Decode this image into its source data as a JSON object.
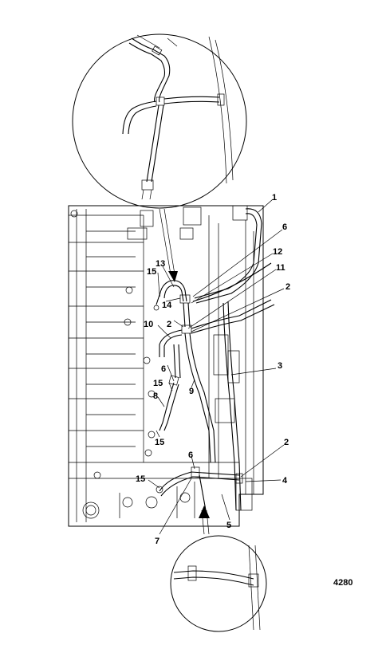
{
  "figure_number": "4280",
  "callouts": [
    {
      "id": "c1",
      "text": "1"
    },
    {
      "id": "c6a",
      "text": "6"
    },
    {
      "id": "c12",
      "text": "12"
    },
    {
      "id": "c11",
      "text": "11"
    },
    {
      "id": "c2a",
      "text": "2"
    },
    {
      "id": "c13",
      "text": "13"
    },
    {
      "id": "c15a",
      "text": "15"
    },
    {
      "id": "c14",
      "text": "14"
    },
    {
      "id": "c2b",
      "text": "2"
    },
    {
      "id": "c10",
      "text": "10"
    },
    {
      "id": "c3",
      "text": "3"
    },
    {
      "id": "c6b",
      "text": "6"
    },
    {
      "id": "c15b",
      "text": "15"
    },
    {
      "id": "c9",
      "text": "9"
    },
    {
      "id": "c8",
      "text": "8"
    },
    {
      "id": "c15c",
      "text": "15"
    },
    {
      "id": "c2c",
      "text": "2"
    },
    {
      "id": "c6c",
      "text": "6"
    },
    {
      "id": "c4",
      "text": "4"
    },
    {
      "id": "c15d",
      "text": "15"
    },
    {
      "id": "c5",
      "text": "5"
    },
    {
      "id": "c7",
      "text": "7"
    }
  ]
}
